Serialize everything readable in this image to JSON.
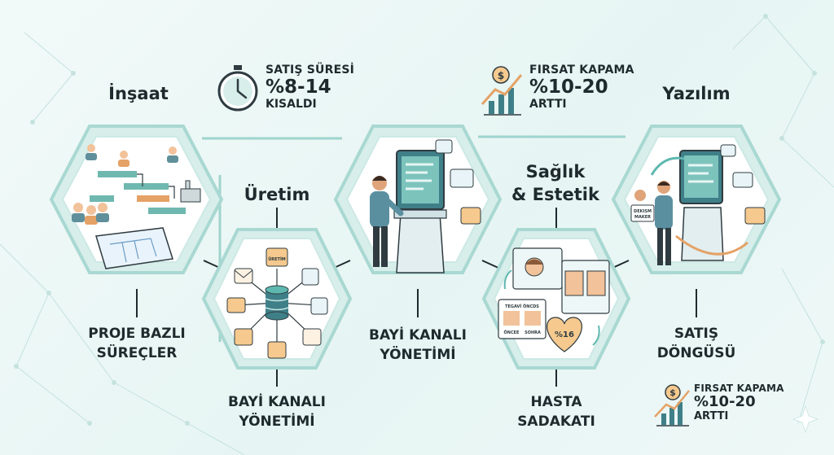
{
  "sectors": {
    "insaat": {
      "title": "İnşaat",
      "caption": [
        "PROJE BAZLI",
        "SÜREÇLER"
      ]
    },
    "uretim": {
      "title": "Üretim",
      "caption": [
        "BAYİ KANALI",
        "YÖNETİMİ"
      ]
    },
    "center": {
      "caption": [
        "BAYİ KANALI",
        "YÖNETİMİ"
      ]
    },
    "saglik": {
      "title_line1": "Sağlık",
      "title_line2": "& Estetik",
      "caption": [
        "HASTA",
        "SADAKATI"
      ]
    },
    "yazilim": {
      "title": "Yazılım",
      "caption": [
        "SATIŞ",
        "DÖNGÜSÜ"
      ]
    }
  },
  "stats": {
    "sales_time": {
      "line1": "SATIŞ SÜRESİ",
      "line2": "%8-14",
      "line3": "KISALDI"
    },
    "opportunity_top": {
      "line1": "FIRSAT KAPAMA",
      "line2": "%10-20",
      "line3": "ARTTI"
    },
    "opportunity_bottom": {
      "line1": "FIRSAT KAPAMA",
      "line2": "%10-20",
      "line3": "ARTTI"
    }
  },
  "icon_labels": {
    "badge": "%16",
    "card_title": "TEGAVİ ÖNCDS",
    "card_before": "ÖNCEE",
    "card_after": "SOHRA",
    "role_badge_line1": "DEKISM",
    "role_badge_line2": "MAKER",
    "factory_sign": "ÜRETİM"
  },
  "colors": {
    "teal": "#5fb8b0",
    "teal_light": "#cdebe7",
    "orange": "#f2a65a",
    "dark": "#1f2a2e",
    "screen": "#3f7f88",
    "green": "#2e8b57"
  }
}
